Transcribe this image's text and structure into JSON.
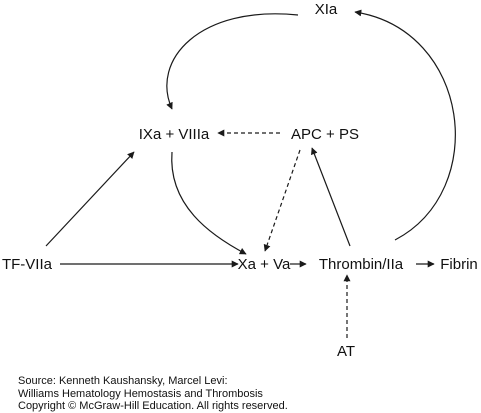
{
  "nodes": {
    "xia": "XIa",
    "ixa_viiia": "IXa + VIIIa",
    "apc_ps": "APC + PS",
    "tf_viia": "TF-VIIa",
    "xa_va": "Xa + Va",
    "thrombin": "Thrombin/IIa",
    "fibrin": "Fibrin",
    "at": "AT"
  },
  "source": {
    "line1": "Source: Kenneth Kaushansky, Marcel Levi:",
    "line2": "Williams Hematology Hemostasis and Thrombosis",
    "line3": "Copyright © McGraw-Hill Education. All rights reserved."
  }
}
